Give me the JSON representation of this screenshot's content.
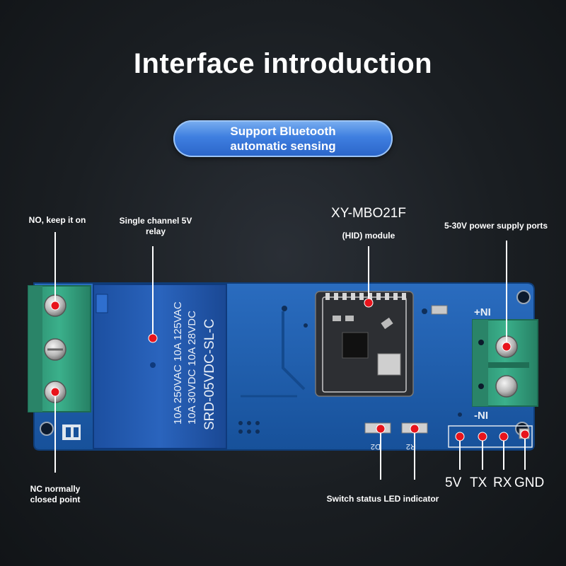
{
  "title": "Interface introduction",
  "badge": {
    "line1": "Support Bluetooth",
    "line2": "automatic sensing"
  },
  "callouts": {
    "no_point": "NO, keep it on",
    "relay_line1": "Single channel 5V",
    "relay_line2": "relay",
    "module_name": "XY-MBO21F",
    "module_type": "(HID) module",
    "power_ports": "5-30V power supply ports",
    "nc_line1": "NC normally",
    "nc_line2": "closed point",
    "led_indicator": "Switch status LED indicator"
  },
  "pins": {
    "p1": "5V",
    "p2": "TX",
    "p3": "RX",
    "p4": "GND"
  },
  "board": {
    "relay_text_1": "10A 250VAC  10A 125VAC",
    "relay_text_2": "10A 30VDC  10A 28VDC",
    "relay_model": "SRD-05VDC-SL-C",
    "vin_plus": "+NI",
    "vin_minus": "-NI",
    "led1": "D2",
    "led2": "R2"
  },
  "colors": {
    "marker": "#e8141c",
    "badge": "#3f7fe0",
    "pcb": "#1f5fae",
    "terminal": "#2f9a7a"
  }
}
